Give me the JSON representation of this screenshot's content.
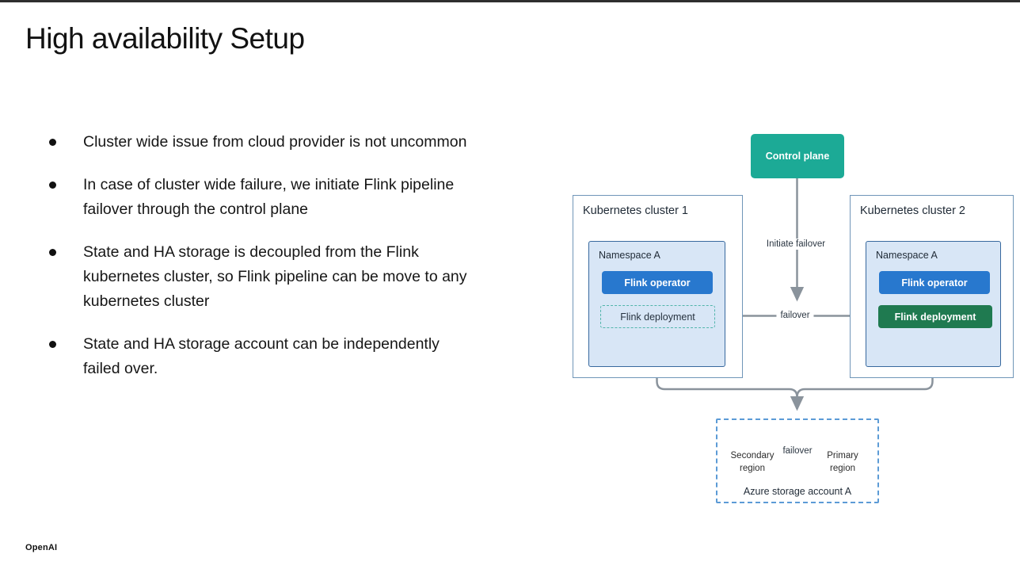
{
  "slide": {
    "title": "High availability Setup",
    "bullets": [
      {
        "text": "Cluster wide issue from cloud provider is not uncommon"
      },
      {
        "text": "In case of cluster wide failure, we initiate Flink pipeline\nfailover through the control plane"
      },
      {
        "text": "State and HA storage is decoupled from the Flink\nkubernetes cluster, so Flink pipeline can be move to any\nkubernetes cluster"
      },
      {
        "text": "State and HA storage account can be independently\nfailed over."
      }
    ],
    "footer_logo": "OpenAI"
  },
  "diagram": {
    "control_plane": {
      "label": "Control plane"
    },
    "clusters": [
      {
        "title": "Kubernetes cluster 1",
        "namespace": "Namespace A",
        "operator": "Flink operator",
        "deployment": "Flink deployment"
      },
      {
        "title": "Kubernetes cluster 2",
        "namespace": "Namespace A",
        "operator": "Flink operator",
        "deployment": "Flink deployment"
      }
    ],
    "arrows": {
      "initiate_failover": "Initiate failover",
      "failover": "failover",
      "storage_failover": "failover"
    },
    "storage": {
      "secondary": "Secondary\nregion",
      "primary": "Primary\nregion",
      "account_label": "Azure storage account A"
    },
    "colors": {
      "teal": "#1caa96",
      "operator_blue": "#2878ce",
      "deployment_green": "#1f7a50",
      "namespace_fill": "#d8e6f6",
      "namespace_border": "#38699e",
      "cluster_border": "#7096b8",
      "dashed_teal": "#52b5ab",
      "line_gray": "#8a939c",
      "storage_dash_blue": "#5c9bd6",
      "cylinder_fill": "#f0d2f3",
      "cylinder_stroke": "#a85cb8"
    }
  }
}
